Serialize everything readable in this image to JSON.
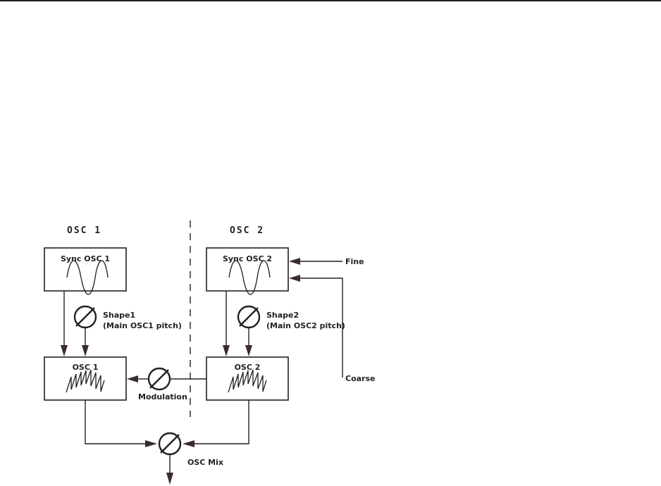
{
  "sections": {
    "osc1_title": "OSC 1",
    "osc2_title": "OSC 2"
  },
  "boxes": {
    "sync_osc1": "Sync OSC 1",
    "sync_osc2": "Sync OSC 2",
    "osc1": "OSC 1",
    "osc2": "OSC 2"
  },
  "knobs": {
    "shape1_label": "Shape1",
    "shape1_sublabel": "(Main OSC1 pitch)",
    "shape2_label": "Shape2",
    "shape2_sublabel": "(Main OSC2 pitch)",
    "modulation_label": "Modulation",
    "osc_mix_label": "OSC Mix"
  },
  "inputs": {
    "fine_label": "Fine",
    "coarse_label": "Coarse"
  },
  "colors": {
    "line": "#231f20",
    "arrow": "#3a2a33"
  }
}
